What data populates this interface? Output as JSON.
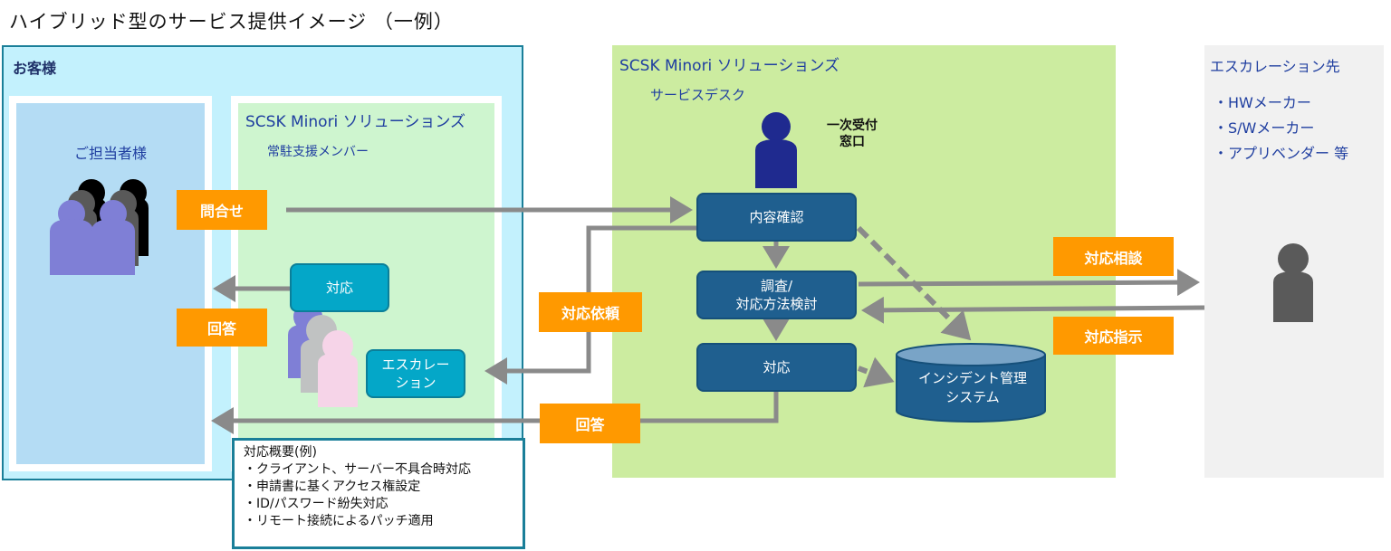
{
  "title": "ハイブリッド型のサービス提供イメージ （一例）",
  "customer": {
    "label": "お客様",
    "person_label": "ご担当者様",
    "resident": {
      "company": "SCSK Minori ソリューションズ",
      "team": "常駐支援メンバー",
      "action_response": "対応",
      "action_escalation_line1": "エスカレー",
      "action_escalation_line2": "ション"
    }
  },
  "service_desk": {
    "company": "SCSK Minori ソリューションズ",
    "team": "サービスデスク",
    "desk_label_line1": "一次受付",
    "desk_label_line2": "窓口",
    "steps": {
      "confirm": "内容確認",
      "investigate_line1": "調査/",
      "investigate_line2": "対応方法検討",
      "respond": "対応"
    },
    "incident_db_line1": "インシデント管理",
    "incident_db_line2": "システム"
  },
  "escalation": {
    "title": "エスカレーション先",
    "items": [
      "・HWメーカー",
      "・S/Wメーカー",
      "・アプリベンダー 等"
    ]
  },
  "flow_labels": {
    "inquiry": "問合せ",
    "answer_resident": "回答",
    "request": "対応依頼",
    "answer_desk": "回答",
    "consult": "対応相談",
    "instruction": "対応指示"
  },
  "summary": {
    "heading": "対応概要(例)",
    "items": [
      "・クライアント、サーバー不具合時対応",
      "・申請書に基くアクセス権設定",
      "・ID/パスワード紛失対応",
      "・リモート接続によるパッチ適用"
    ]
  },
  "colors": {
    "orange": "#ff9900",
    "teal": "#04a7c8",
    "navy": "#1f5f8f",
    "arrow": "#8a8a8a",
    "customer_bg": "#c3f1fd",
    "desk_bg": "#cceca0"
  }
}
